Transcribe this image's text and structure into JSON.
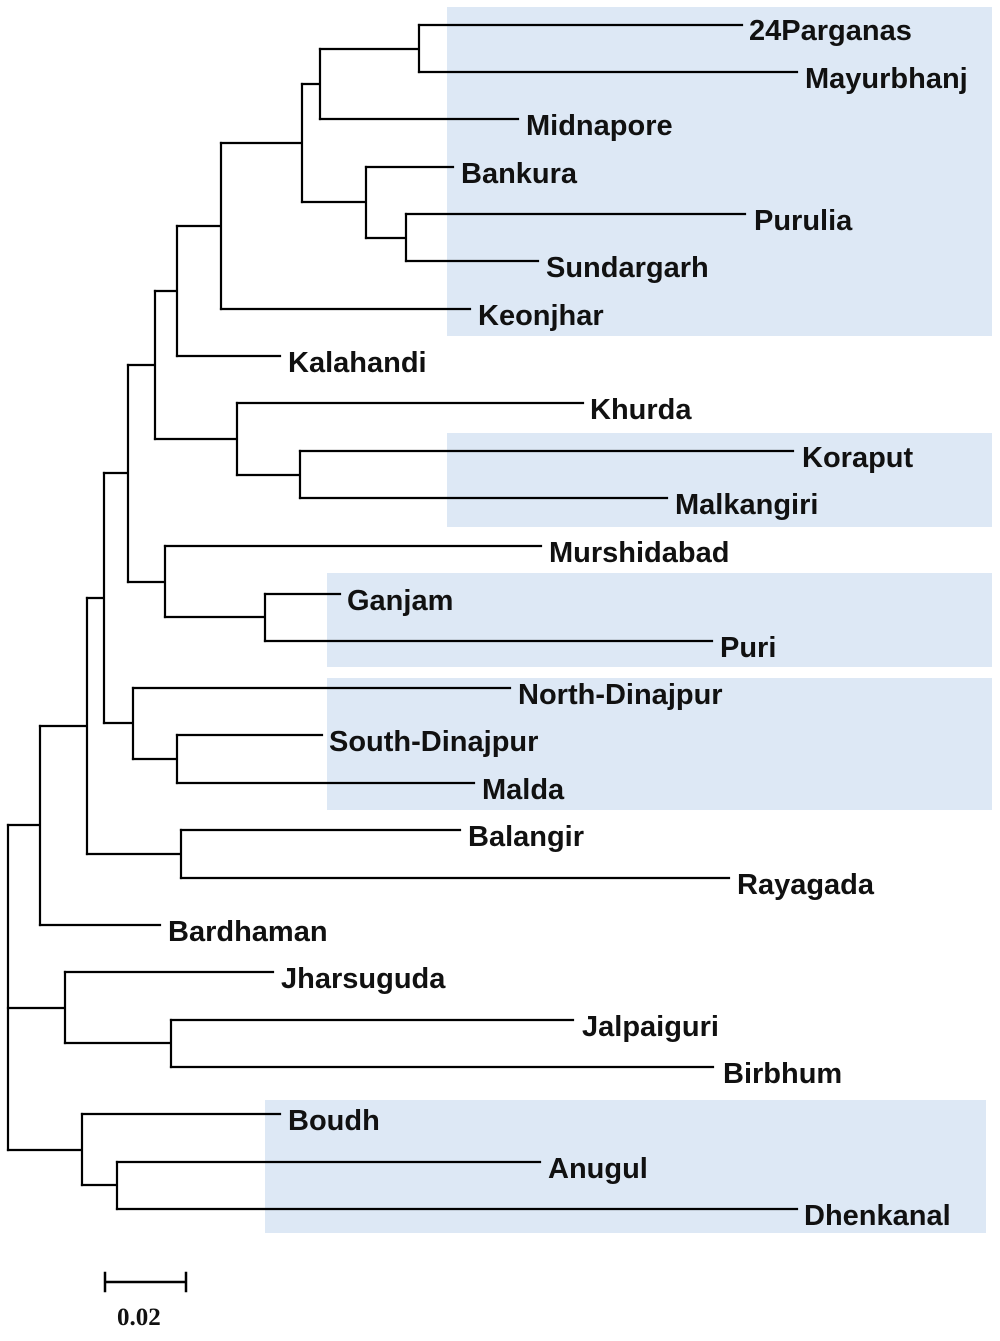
{
  "figure": {
    "highlight_color": "#dde8f5",
    "line_color": "#000000",
    "text_color": "#111111",
    "scale_bar_label": "0.02"
  },
  "taxa": [
    "24Parganas",
    "Mayurbhanj",
    "Midnapore",
    "Bankura",
    "Purulia",
    "Sundargarh",
    "Keonjhar",
    "Kalahandi",
    "Khurda",
    "Koraput",
    "Malkangiri",
    "Murshidabad",
    "Ganjam",
    "Puri",
    "North-Dinajpur",
    "South-Dinajpur",
    "Malda",
    "Balangir",
    "Rayagada",
    "Bardhaman",
    "Jharsuguda",
    "Jalpaiguri",
    "Birbhum",
    "Boudh",
    "Anugul",
    "Dhenkanal"
  ],
  "highlighted_clades": [
    [
      "24Parganas",
      "Mayurbhanj",
      "Midnapore",
      "Bankura",
      "Purulia",
      "Sundargarh",
      "Keonjhar"
    ],
    [
      "Koraput",
      "Malkangiri"
    ],
    [
      "Ganjam",
      "Puri"
    ],
    [
      "North-Dinajpur",
      "South-Dinajpur",
      "Malda"
    ],
    [
      "Boudh",
      "Anugul",
      "Dhenkanal"
    ]
  ]
}
